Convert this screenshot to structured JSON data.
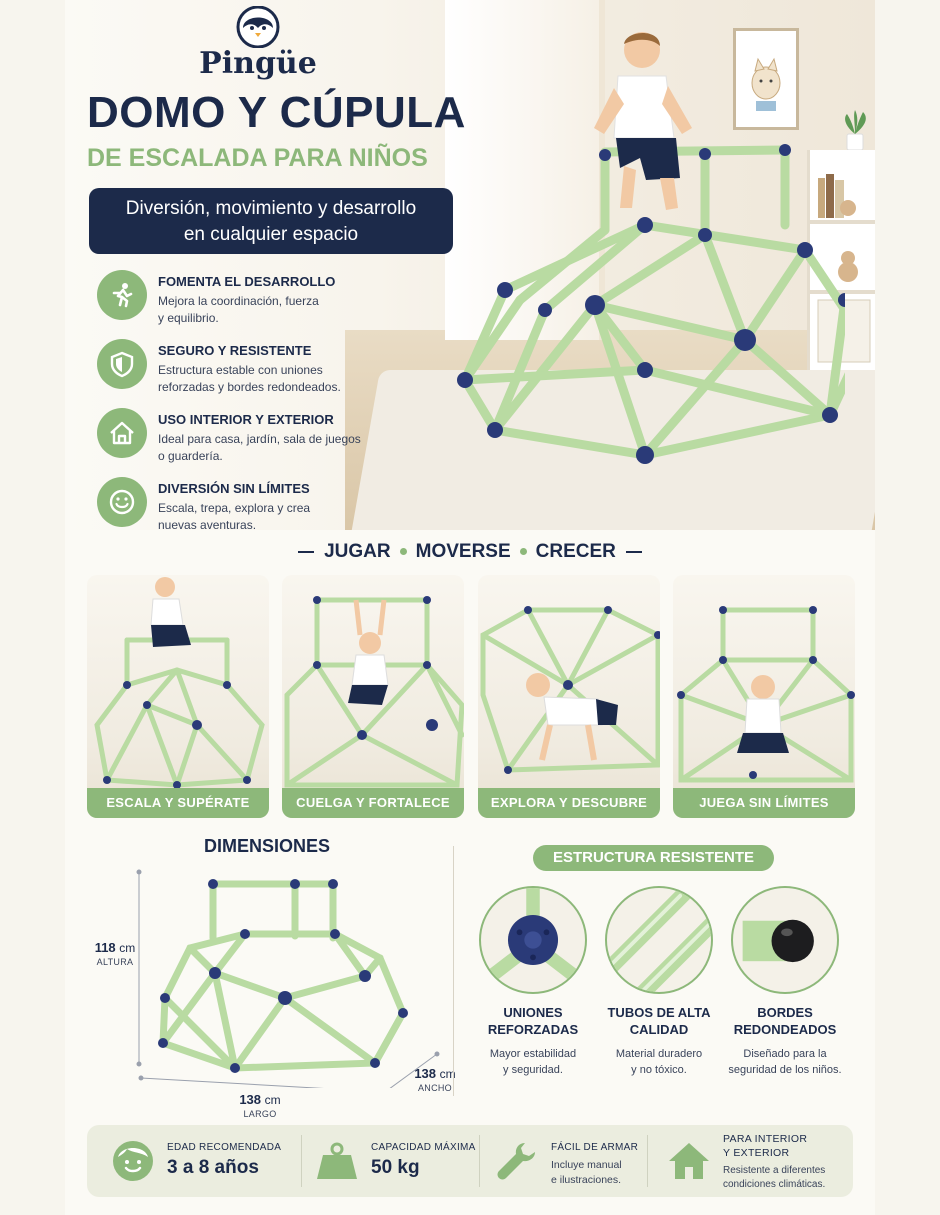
{
  "brand": "Pingüe",
  "title_line1": "DOMO Y CÚPULA",
  "title_line2": "DE ESCALADA PARA NIÑOS",
  "tagline_line1": "Diversión, movimiento y desarrollo",
  "tagline_line2": "en cualquier espacio",
  "features": [
    {
      "icon": "running-person-icon",
      "title": "FOMENTA EL DESARROLLO",
      "desc_line1": "Mejora la coordinación, fuerza",
      "desc_line2": "y equilibrio."
    },
    {
      "icon": "shield-icon",
      "title": "SEGURO Y RESISTENTE",
      "desc_line1": "Estructura estable con uniones",
      "desc_line2": "reforzadas y bordes redondeados."
    },
    {
      "icon": "house-icon",
      "title": "USO INTERIOR Y EXTERIOR",
      "desc_line1": "Ideal para casa, jardín, sala de juegos",
      "desc_line2": "o guardería."
    },
    {
      "icon": "smiley-icon",
      "title": "DIVERSIÓN SIN LÍMITES",
      "desc_line1": "Escala, trepa, explora y crea",
      "desc_line2": "nuevas aventuras."
    }
  ],
  "play_words": [
    "JUGAR",
    "MOVERSE",
    "CRECER"
  ],
  "activities": [
    {
      "label": "ESCALA Y SUPÉRATE"
    },
    {
      "label": "CUELGA Y FORTALECE"
    },
    {
      "label": "EXPLORA Y DESCUBRE"
    },
    {
      "label": "JUEGA SIN LÍMITES"
    }
  ],
  "dimensions": {
    "title": "DIMENSIONES",
    "height_value": "118",
    "height_unit": "cm",
    "height_label": "ALTURA",
    "width_value": "138",
    "width_unit": "cm",
    "width_label": "ANCHO",
    "length_value": "138",
    "length_unit": "cm",
    "length_label": "LARGO"
  },
  "structure": {
    "title": "ESTRUCTURA RESISTENTE",
    "items": [
      {
        "head_line1": "UNIONES",
        "head_line2": "REFORZADAS",
        "body_line1": "Mayor estabilidad",
        "body_line2": "y seguridad."
      },
      {
        "head_line1": "TUBOS DE ALTA",
        "head_line2": "CALIDAD",
        "body_line1": "Material duradero",
        "body_line2": "y no tóxico."
      },
      {
        "head_line1": "BORDES",
        "head_line2": "REDONDEADOS",
        "body_line1": "Diseñado para la",
        "body_line2": "seguridad de los niños."
      }
    ]
  },
  "bottom_bar": {
    "age": {
      "label": "EDAD RECOMENDADA",
      "value": "3 a 8 años",
      "icon": "child-face-icon"
    },
    "capacity": {
      "label": "CAPACIDAD MÁXIMA",
      "value": "50 kg",
      "icon": "weight-icon"
    },
    "assembly": {
      "label": "FÁCIL DE ARMAR",
      "sub_line1": "Incluye manual",
      "sub_line2": "e ilustraciones.",
      "icon": "wrench-icon"
    },
    "usage": {
      "label_line1": "PARA INTERIOR",
      "label_line2": "Y EXTERIOR",
      "sub_line1": "Resistente a diferentes",
      "sub_line2": "condiciones climáticas.",
      "icon": "house-icon"
    }
  },
  "colors": {
    "navy": "#1c2a4a",
    "green": "#8db87a",
    "tube": "#b9dba2",
    "cream": "#fbfaf5"
  }
}
